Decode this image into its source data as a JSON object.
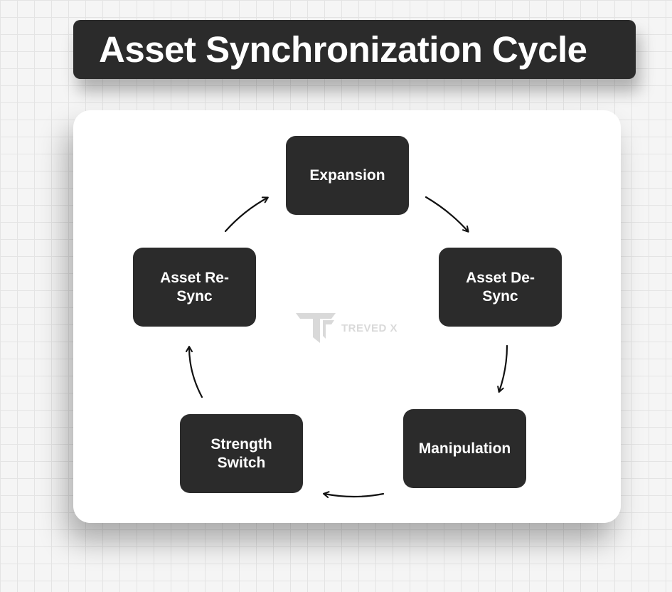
{
  "title": "Asset Synchronization Cycle",
  "cycle": {
    "nodes": [
      {
        "id": "expansion",
        "label": "Expansion"
      },
      {
        "id": "asset-desync",
        "label": "Asset De-Sync"
      },
      {
        "id": "manipulation",
        "label": "Manipulation"
      },
      {
        "id": "strength-switch",
        "label": "Strength Switch"
      },
      {
        "id": "asset-resync",
        "label": "Asset Re-Sync"
      }
    ],
    "direction": "clockwise"
  },
  "watermark": {
    "logo": "TREVED X"
  },
  "colors": {
    "node_fill": "#2b2b2b",
    "node_text": "#ffffff",
    "card": "#ffffff",
    "background": "#f5f5f5",
    "arrow": "#111111"
  }
}
